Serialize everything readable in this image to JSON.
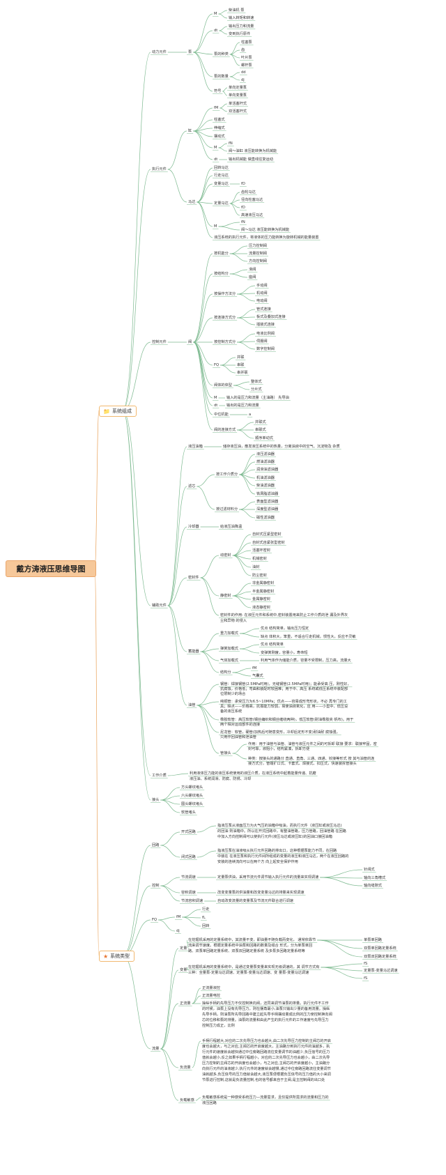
{
  "root": "戴方涛液压思维导图",
  "branches": {
    "composition": {
      "label": "系统组成",
      "icon": "folder-icon"
    },
    "types": {
      "label": "系统类型",
      "icon": "star-icon"
    }
  },
  "nodes": {
    "dongli": "动力元件",
    "beng": "泵",
    "beng_m": "M",
    "beng_m_1": "柴油机 泵",
    "beng_m_2": "输入转矩和转速",
    "beng_dt": "dt",
    "beng_dt_1": "输出压力和流量",
    "beng_dt_2": "变到执行原件",
    "beng_zl": "泵的种类",
    "beng_zl_1": "柱塞泵",
    "beng_zl_2": "齿",
    "beng_zl_3": "叶片泵",
    "beng_zl_4": "螺杆泵",
    "beng_sl": "泵的数量",
    "beng_sl_1": "dd",
    "beng_sl_2": "dj",
    "beng_fh": "符号",
    "beng_fh_1": "单向定量泵",
    "beng_fh_2": "单向变量泵",
    "zhixing": "执行元件",
    "gang": "缸",
    "gang_m": "fM",
    "gang_m_1": "单活塞杆式",
    "gang_m_2": "双活塞杆式",
    "gang_1": "柱塞式",
    "gang_2": "伸缩式",
    "gang_3": "摆动式",
    "gang_mm": "M",
    "gang_mm_1": "fN",
    "gang_mm_2": "阀～油缸 液压能转换为机械能",
    "gang_dt": "dt",
    "gang_dt_1": "输出机械能 做直线往复运动",
    "mada": "马达",
    "mada_1": "回转马达",
    "mada_2": "行走马达",
    "mada_bl": "变量马达",
    "mada_bl_1": "fD",
    "mada_dl": "定量马达",
    "mada_dl_1": "齿轮马达",
    "mada_dl_2": "径向柱塞马达",
    "mada_dl_3": "fD",
    "mada_dl_4": "高速液压马达",
    "mada_m": "M",
    "mada_m_1": "fN",
    "mada_m_2": "阀～马达 液压能转换为机械能",
    "mada_desc": "液压系统的执行元件，将液体的压力能转换为旋转机械的能量装置",
    "kongzhi": "控制元件",
    "fa": "阀",
    "fa_gn": "按机能分",
    "fa_gn_1": "压力控制阀",
    "fa_gn_2": "流量控制阀",
    "fa_gn_3": "方向控制阀",
    "fa_jg": "按结构分",
    "fa_jg_1": "滑阀",
    "fa_jg_2": "座阀",
    "fa_cz": "按操作方法分",
    "fa_cz_1": "手动阀",
    "fa_cz_2": "机动阀",
    "fa_cz_3": "电动阀",
    "fa_lj": "按连接方式分",
    "fa_lj_1": "管式连接",
    "fa_lj_2": "板式及叠加式连接",
    "fa_lj_3": "插装式连接",
    "fa_kz": "按控制方式分",
    "fa_kz_1": "电液比例阀",
    "fa_kz_2": "伺服阀",
    "fa_kz_3": "数字控制阀",
    "fa_fq": "FQ",
    "fa_fq_1": "并联",
    "fa_fq_2": "串联",
    "fa_fq_3": "串并联",
    "fa_tx": "阀体的体型",
    "fa_tx_1": "整体式",
    "fa_tx_2": "分片式",
    "fa_m": "M",
    "fa_m_1": "输入的是压力和流量（主油路） 先导油",
    "fa_dt": "dt",
    "fa_dt_1": "输出的是压力和流量",
    "fa_zw": "中位机能",
    "fa_zw_1": "a",
    "fa_lf": "阀的连接方式",
    "fa_lf_1": "并联式",
    "fa_lf_2": "串联式",
    "fa_lf_3": "顺序单动式",
    "fuzhu": "辅助元件",
    "youxiang": "液压油箱",
    "youxiang_1": "储存液压油，散发液压系统中的热量，分离油液中的空气、沉淀物及 杂质",
    "lvxin": "滤芯",
    "lx_gz": "按工作介质分",
    "lx_gz_1": "液压滤油器",
    "lx_gz_2": "燃油滤油器",
    "lx_gz_3": "润滑油滤油器",
    "lx_gz_4": "机油滤油器",
    "lx_gz_5": "柴油滤油器",
    "lx_gz_6": "铁屑脂滤油器",
    "lx_cl": "按过滤材料分",
    "lx_cl_1": "表面型滤油器",
    "lx_cl_2": "深度型滤油器",
    "lx_cl_3": "磁性滤油器",
    "lengque": "冷却器",
    "lengque_1": "给液压油降温",
    "mifeng": "密封件",
    "mf_d": "动密封",
    "mf_d_1": "自封式压紧型密封",
    "mf_d_2": "自封式自紧张型密封",
    "mf_d_3": "活塞环密封",
    "mf_d_4": "机械密封",
    "mf_d_5": "油封",
    "mf_d_6": "防尘密封",
    "mf_j": "静密封",
    "mf_j_1": "非金属静密封",
    "mf_j_2": "半金属静密封",
    "mf_j_3": "金属静密封",
    "mf_j_4": "液态静密封",
    "mf_desc_1": "密封件的作用: 在液压元件和系统中,密封装置用来防止工作介质的泄 漏及外界灰",
    "mf_desc_2": "尘和异物 的侵入",
    "xuneng": "蓄能器",
    "xn_zl": "重力加载式",
    "xn_zl_1": "优点 结构简单，输出压力恒定",
    "xn_zl_2": "缺点 体积大，笨重，不适合行走机械，惯性大，反应不灵敏",
    "xn_th": "弹簧加载式",
    "xn_th_1": "优点 结构简单",
    "xn_th_2": "变弹簧刚度，容量小，寿命短",
    "xn_qt": "气体加载式",
    "xn_qt_1": "利用气体作为储能介质，容量不受限制，压力高，流量大",
    "xn_jg": "结构分",
    "xn_jg_1": "fM",
    "xn_jg_2": "气囊式",
    "youguan": "油管",
    "yg_1a": "钢管：焊接钢管(2.5MPa时用)，无缝钢管(2.5MPa时用)；能承受高 压，刚性好，",
    "yg_1b": "抗腐蚀，价格低；弯曲和装配时较困难；用于中、高压 系统或低压系统中装配部",
    "yg_1c": "位限制少的场合",
    "yg_2a": "纯铜管：承受压力为6.5~10MPa；优点——容易成形弯形状，不必 再专门的工",
    "yg_2b": "具；缺点——价格高，抗振能力较弱，易使油液氧化，应 用——小型中、低压设",
    "yg_2c": "备的液压系统",
    "yg_3a": "橡胶软管：高压软管(钢丝编织和钢丝缠绕两种)，低压软管(耐油橡胶夹 帆布)。用于",
    "yg_3b": "两个相对运动部件的连接",
    "yg_4a": "尼龙管：软管，硬管(加热后可随意变形，冷却后定形不变)耐油耐 腐蚀强，",
    "yg_4b": "只用作回油管和泄油管",
    "gjt": "管接头",
    "gjt_1a": "作用：用于油管与油管、油管与液压元件之间的可拆卸 联接 要求：联接牢固，密",
    "gjt_1b": "封可靠，液阻小，结构紧凑，拆卸方便",
    "gjt_2a": "种类：按接头的通路分 直通、直角、三通、四通、铰接等形式 按 其与油管的连",
    "gjt_2b": "接方式分，管端扩口式、卡套式、焊接式、扣压式，快速装拆管接头",
    "gongzuo": "工作介质",
    "gongzuo_1": "利用液体压力能的液压系统使用的液压介质，在液压系统中起着能量传递、抗磨",
    "gongzuo_2": "液压油、系统润滑、防腐、防锈、冷却",
    "jietou": "接头",
    "jt_1": "方头螺纹堵头",
    "jt_2": "六头螺纹堵头",
    "jt_3": "圆头螺纹堵头",
    "jt_4": "软管堵头",
    "huilu": "回路",
    "kaishi": "开式回路",
    "kaishi_1": "指液压泵从液面压力为大气压的油箱中吸油，而执行元件（液压缸或液压马达)",
    "kaishi_2": "的回油 则油箱中。所以在开式回路中，有整油管路，压力管路，回油管路 在回路",
    "kaishi_3": "中加入方向控制阀可以使执行元件(液压马达或液压缸)的回油口接回油箱",
    "bishi": "闭式回路",
    "bishi_1": "指液压泵在油液吸从执行元件回路的排出口，这种根据泵能力不同，在回路",
    "bishi_2": "中装在 在液压泵和执行元件间所组成的变量的液压和液压马达，两个在液压回路的",
    "bishi_3": "安装的连续流向可以在两个方 向上起安全保护作用",
    "kongzhi2": "控制",
    "jieliu": "节流调速",
    "jieliu_1": "定量泵供油，采用节流元件调节输入执行元件的流量来实现调速",
    "jieliu_1a": "针阀式",
    "jieliu_1b": "轴向三角槽式",
    "jieliu_1c": "轴向缝隙式",
    "rongji": "容积调速",
    "rongji_1": "改变变量泵的供油量和改变变量马达的排量来实现调速",
    "jlrj": "节流容积调速",
    "jlrj_1": "自动改变流量的变量泵及节流元件联合进行调速",
    "fq2": "FQ",
    "fq2_m": "fM",
    "fq2_m_1": "行走",
    "fq2_m_2": "fL",
    "fq2_m_3": "回转",
    "fq2_dj": "dj",
    "liuliang": "流量",
    "dingliang": "定量",
    "dingliang_1": "在挖掘机采用的定量系统中，其流量不变，即油量不随负载而变化，  通常依靠节",
    "dingliang_2": "流来调节速度。根据定量系统中油泵和回路的数量及组合 形式，分为单泵单回",
    "dingliang_3": "路、双泵单回路定量系统、双泵双回路定量系统 及多泵多回路定量系统等",
    "dingliang_a": "单泵单回路",
    "dingliang_b": "双泵单回路定量系统",
    "dingliang_c": "双泵双回路定量系统",
    "bianliang": "变量",
    "bianliang_1": "在挖掘机采用的变量系统中，是通过变量泵变量来实现无级调速的，其 调节方式有",
    "bianliang_2": "三种：全量泵-定量马达调速、定量泵-变量马达调速、变 量泵-变量马达调速",
    "bianliang_a": "fS",
    "bianliang_b": "定量泵-变量马达调速",
    "bianliang_c": "fS",
    "zhengliu": "正流量",
    "zhengliu_1": "正流量液控",
    "zhengliu_2": "正流量电控",
    "zhengliu_3": "操纵手柄的先导压力不仅控制换向阀，还同来调节油泵的排量。执行元件不工作",
    "zhengliu_4": "的时候，油泵上没有先导压力，则在摆角最小,油泵只输出少量的备用流量。操纵",
    "zhengliu_5": "先导手柄，则油泵所先导回路中建立起先导手柄摆动量成比例的压力使控制换向阀",
    "zhengliu_6": "芯的位移和泵的排量。油泵的流量和由此产生的执行元件的工作速度与先导压力",
    "zhengliu_7": "控制压力成正，比例",
    "fuliu": "负流量",
    "fuliu_1": "手柄行程越大,对应的二次先导压力也会越大,由二次先导压力控制的主阀芯的开启",
    "fuliu_2": "度也会越大，与之对应,主阀芯的开启度越大，主油路分到执行元件的油越多，执",
    "fuliu_3": "行元件的速度就会越快通过中位旁路回路流往变量调节的油越少,负压信号的压力",
    "fuliu_4": "值就会越小,反之如果手柄行程越小，对应的二次先导压力也会越小，由二次先导",
    "fuliu_5": "压力控制的主阀芯的开启度也会越小，与之对应,主阀芯的开启度越小，主油路分",
    "fuliu_6": "向执行元件的油液越少,执行元件的速度就会越慢,通过中位旁路回路流往变量调节",
    "fuliu_7": "油就越多,负压信号的压力值就会越大,液压泵便根据负压信号的压力值的大小来调",
    "fuliu_8": "节泵进行控制,这就是负流量控制,也的信号都来自于主阀,是主控制阀的出口处",
    "fuzai": "负载敏感",
    "fuzai_1": "负载敏感系统是一种感受系统压力—流量需求，且仅提供所需求的流量和压力的",
    "fuzai_2": "液压回路"
  }
}
